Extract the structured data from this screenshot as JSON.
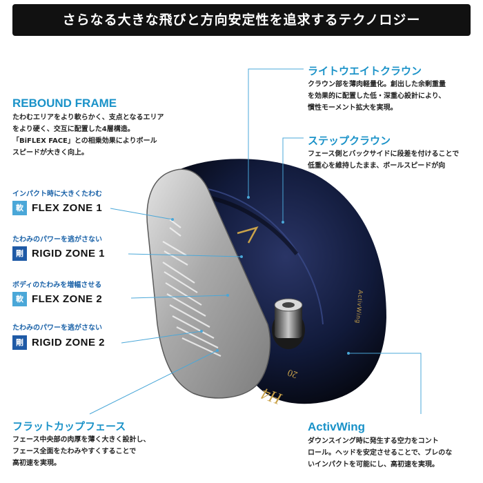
{
  "banner": "さらなる大きな飛びと方向安定性を追求するテクノロジー",
  "rebound": {
    "title": "REBOUND FRAME",
    "desc": "たわむエリアをより軟らかく、支点となるエリア\nをより硬く、交互に配置した4層構造。\n「BiFLEX FACE」との相乗効果によりボール\nスピードが大きく向上。"
  },
  "zones": [
    {
      "caption": "インパクト時に大きくたわむ",
      "badge": "軟",
      "label": "FLEX ZONE 1"
    },
    {
      "caption": "たわみのパワーを逃がさない",
      "badge": "剛",
      "label": "RIGID ZONE 1"
    },
    {
      "caption": "ボディのたわみを増幅させる",
      "badge": "軟",
      "label": "FLEX ZONE 2"
    },
    {
      "caption": "たわみのパワーを逃がさない",
      "badge": "剛",
      "label": "RIGID ZONE 2"
    }
  ],
  "flat_cup": {
    "title": "フラットカップフェース",
    "desc": "フェース中央部の肉厚を薄く大きく設計し、\nフェース全面をたわみやすくすることで\n高初速を実現。"
  },
  "light_crown": {
    "title": "ライトウエイトクラウン",
    "desc": "クラウン部を薄肉軽量化。創出した余剰重量\nを効果的に配置した低・深重心設計により、\n慣性モーメント拡大を実現。"
  },
  "step_crown": {
    "title": "ステップクラウン",
    "desc": "フェース側とバックサイドに段差を付けることで\n低重心を維持したまま、ボールスピードが向\n上。"
  },
  "activwing": {
    "title": "ActivWing",
    "desc": "ダウンスイング時に発生する空力をコント\nロール。ヘッドを安定させることで、ブレのな\nいインパクトを可能にし、高初速を実現。"
  },
  "club_head": {
    "sole_text": "ActivWing",
    "loft_text": "20",
    "model_text": "H4",
    "colors": {
      "crown": "#111a3a",
      "face": "#b9b9b9",
      "accent": "#c9a24a",
      "leader": "#4aa7d8"
    }
  }
}
